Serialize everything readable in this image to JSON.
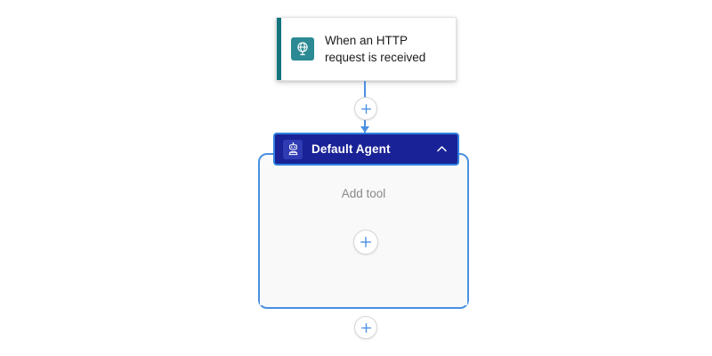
{
  "canvas": {
    "background": "#ffffff"
  },
  "trigger": {
    "name": "when-an-http-request-is-received",
    "label_line1": "When an HTTP",
    "label_line2": "request is received",
    "icon": "globe-icon",
    "icon_color": "#2b8a93",
    "accent_color": "#13747d"
  },
  "connectors": {
    "top_plus_label": "+",
    "bottom_plus_label": "+",
    "tool_plus_label": "+",
    "line_color": "#4a90e2"
  },
  "agent": {
    "name": "default-agent",
    "title": "Default Agent",
    "icon": "robot-icon",
    "header_color": "#192296",
    "selection_color": "#2f7fe0",
    "collapse_icon": "chevron-up-icon",
    "expanded": true,
    "empty_state_label": "Add tool",
    "body_color": "#f9f9f9",
    "border_color": "#4a90e2"
  }
}
